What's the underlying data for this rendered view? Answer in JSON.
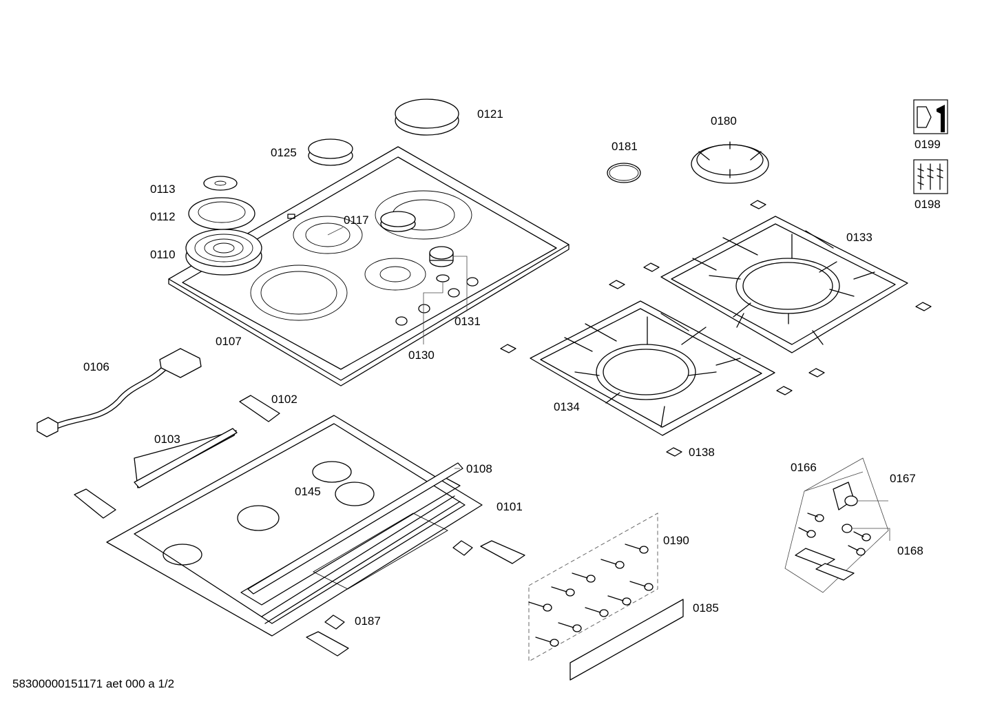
{
  "labels": {
    "p0101": "0101",
    "p0102": "0102",
    "p0103": "0103",
    "p0106": "0106",
    "p0107": "0107",
    "p0108": "0108",
    "p0110": "0110",
    "p0112": "0112",
    "p0113": "0113",
    "p0117": "0117",
    "p0121": "0121",
    "p0125": "0125",
    "p0130": "0130",
    "p0131": "0131",
    "p0133": "0133",
    "p0134": "0134",
    "p0138": "0138",
    "p0145": "0145",
    "p0166": "0166",
    "p0167": "0167",
    "p0168": "0168",
    "p0180": "0180",
    "p0181": "0181",
    "p0185": "0185",
    "p0187": "0187",
    "p0190": "0190",
    "p0198": "0198",
    "p0199": "0199"
  },
  "footer": "58300000151171 aet 000 a 1/2",
  "icons": [
    "spanner-service-icon",
    "screws-set-icon"
  ]
}
